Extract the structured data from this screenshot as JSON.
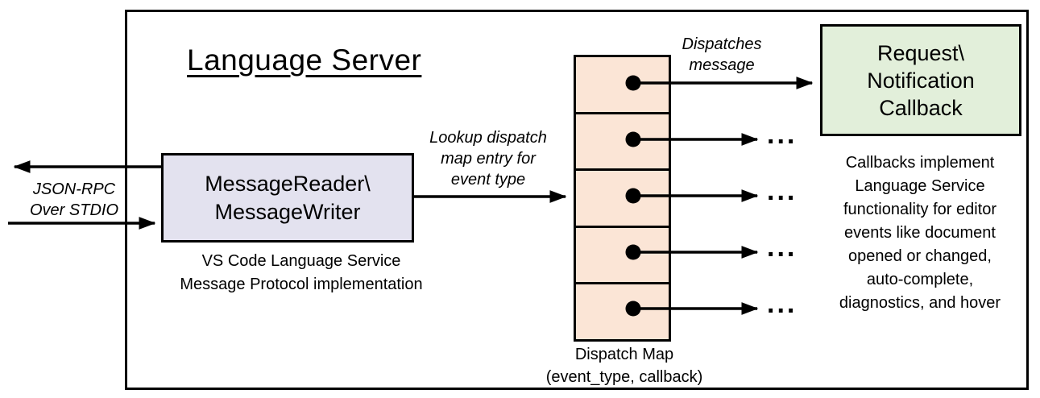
{
  "diagram": {
    "title": "Language Server",
    "left_io": {
      "line1": "JSON-RPC",
      "line2": "Over STDIO"
    },
    "message_box": {
      "line1": "MessageReader\\",
      "line2": "MessageWriter",
      "caption_line1": "VS Code Language Service",
      "caption_line2": "Message Protocol implementation"
    },
    "lookup_label": {
      "line1": "Lookup dispatch",
      "line2": "map entry for",
      "line3": "event type"
    },
    "dispatch_map": {
      "caption_line1": "Dispatch Map",
      "caption_line2": "(event_type, callback)",
      "ellipsis": "..."
    },
    "dispatches_label": {
      "line1": "Dispatches",
      "line2": "message"
    },
    "callback_box": {
      "line1": "Request\\",
      "line2": "Notification",
      "line3": "Callback"
    },
    "callbacks_note": {
      "lines": [
        "Callbacks implement",
        "Language Service",
        "functionality for editor",
        "events like document",
        "opened or changed,",
        "auto-complete,",
        "diagnostics, and hover"
      ]
    }
  },
  "colors": {
    "message_box_fill": "#e3e2ef",
    "dispatch_cell_fill": "#fbe5d6",
    "callback_box_fill": "#e2efda",
    "line_color": "#000000"
  }
}
